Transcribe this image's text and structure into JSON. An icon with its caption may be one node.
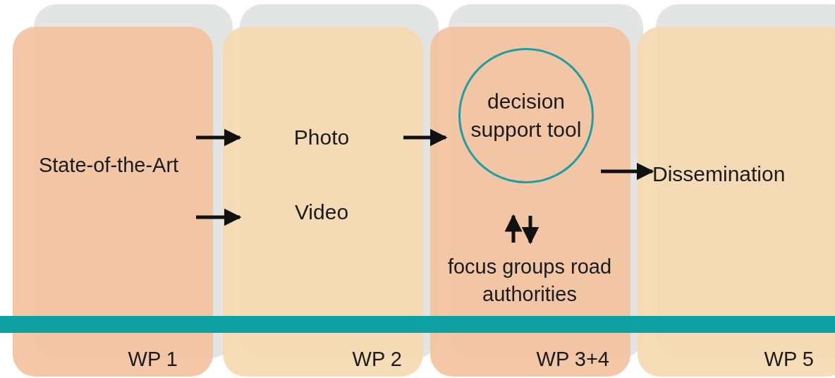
{
  "diagram": {
    "nodes": [
      {
        "text": [
          "WP 1"
        ]
      },
      {
        "text": [
          "State-of-the-Art"
        ],
        "in": 0
      },
      {
        "text": [
          "WP 2"
        ]
      },
      {
        "text": [
          "Photo"
        ],
        "in": 2
      },
      {
        "text": [
          "Video"
        ],
        "in": 2
      },
      {
        "text": [
          "WP 3+4"
        ]
      },
      {
        "text": [
          "decision support tool"
        ],
        "in": 5
      },
      {
        "text": [
          "focus groups road authorities"
        ],
        "in": 5
      },
      {
        "text": [
          "WP 5"
        ]
      },
      {
        "text": [
          "Dissemination"
        ],
        "in": 8
      },
      {
        "text": [],
        "shape": "bar"
      }
    ],
    "edges": [
      {
        "from": 1,
        "to": 3,
        "arrow": "to"
      },
      {
        "from": 1,
        "to": 4,
        "arrow": "to"
      },
      {
        "from": 3,
        "to": 6,
        "arrow": "to"
      },
      {
        "from": 6,
        "to": 9,
        "arrow": "to"
      },
      {
        "from": 7,
        "to": 6,
        "arrow": "to"
      },
      {
        "from": 6,
        "to": 7,
        "arrow": "to"
      }
    ]
  }
}
